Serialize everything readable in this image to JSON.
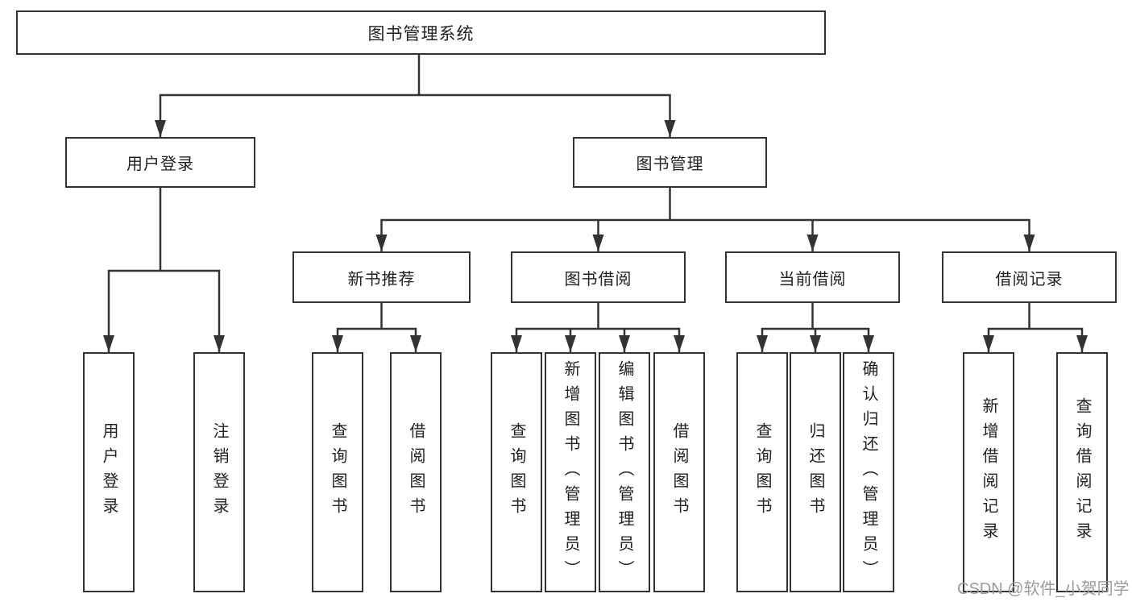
{
  "colors": {
    "line": "#333333",
    "text": "#222222",
    "watermark": "#9b9b9b",
    "bg": "#ffffff"
  },
  "watermark": "CSDN @软件_小贺同学",
  "tree": {
    "label": "图书管理系统",
    "children": [
      {
        "label": "用户登录",
        "children": [
          {
            "label": "用户登录"
          },
          {
            "label": "注销登录"
          }
        ]
      },
      {
        "label": "图书管理",
        "children": [
          {
            "label": "新书推荐",
            "children": [
              {
                "label": "查询图书"
              },
              {
                "label": "借阅图书"
              }
            ]
          },
          {
            "label": "图书借阅",
            "children": [
              {
                "label": "查询图书"
              },
              {
                "label": "新增图书（管理员）"
              },
              {
                "label": "编辑图书（管理员）"
              },
              {
                "label": "借阅图书"
              }
            ]
          },
          {
            "label": "当前借阅",
            "children": [
              {
                "label": "查询图书"
              },
              {
                "label": "归还图书"
              },
              {
                "label": "确认归还（管理员）"
              }
            ]
          },
          {
            "label": "借阅记录",
            "children": [
              {
                "label": "新增借阅记录"
              },
              {
                "label": "查询借阅记录"
              }
            ]
          }
        ]
      }
    ]
  }
}
